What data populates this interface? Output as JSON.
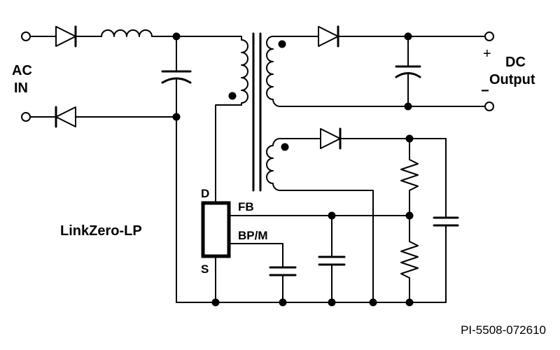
{
  "labels": {
    "ac_in_line1": "AC",
    "ac_in_line2": "IN",
    "dc_output_line1": "DC",
    "dc_output_line2": "Output",
    "plus": "+",
    "minus": "−",
    "ic_name": "LinkZero-LP",
    "pin_d": "D",
    "pin_s": "S",
    "pin_fb": "FB",
    "pin_bpm": "BP/M",
    "figure_code": "PI-5508-072610"
  }
}
